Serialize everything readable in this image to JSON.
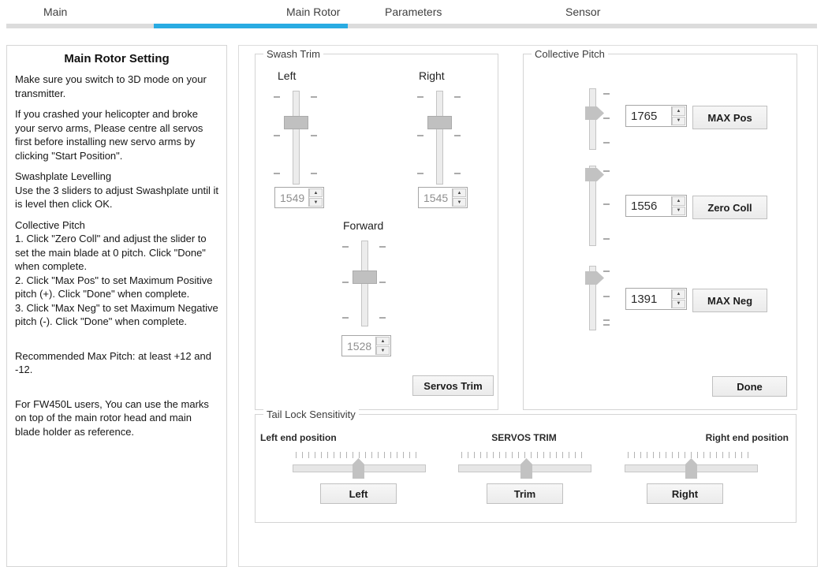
{
  "colors": {
    "accent": "#29abe2",
    "rail": "#dcdcdc"
  },
  "icons": {
    "spin_up_glyph": "▲",
    "spin_down_glyph": "▼"
  },
  "tabs": [
    {
      "label": "Main",
      "active": false
    },
    {
      "label": "Main Rotor",
      "active": true
    },
    {
      "label": "Parameters",
      "active": false
    },
    {
      "label": "Sensor",
      "active": false
    }
  ],
  "left_panel": {
    "title": "Main Rotor Setting",
    "paragraphs": [
      "Make sure you switch to 3D mode on your transmitter.",
      "If you crashed your helicopter and broke your servo arms, Please centre all servos first before installing new servo arms by clicking \"Start Position\".",
      "Swashplate Levelling\nUse the 3 sliders to adjust Swashplate until it is level then click OK.",
      "Collective Pitch\n1. Click \"Zero Coll\" and adjust the slider to set the main blade at 0 pitch. Click \"Done\" when complete.\n2. Click \"Max Pos\" to set Maximum Positive pitch (+). Click \"Done\" when complete.\n3. Click \"Max Neg\" to set Maximum Negative pitch (-). Click \"Done\" when complete.",
      "Recommended Max Pitch: at least +12 and -12.",
      "For FW450L users, You can use the marks on top of the main rotor head and main blade holder as reference."
    ]
  },
  "swash_trim": {
    "legend": "Swash Trim",
    "sliders": [
      {
        "label": "Left",
        "value": "1549"
      },
      {
        "label": "Right",
        "value": "1545"
      },
      {
        "label": "Forward",
        "value": "1528"
      }
    ],
    "servos_trim_button": "Servos Trim"
  },
  "collective_pitch": {
    "legend": "Collective Pitch",
    "rows": [
      {
        "value": "1765",
        "button": "MAX Pos"
      },
      {
        "value": "1556",
        "button": "Zero Coll"
      },
      {
        "value": "1391",
        "button": "MAX Neg"
      }
    ],
    "done_button": "Done"
  },
  "tail_lock": {
    "legend": "Tail Lock Sensitivity",
    "sliders": [
      {
        "label": "Left end position",
        "button": "Left"
      },
      {
        "label": "SERVOS TRIM",
        "button": "Trim"
      },
      {
        "label": "Right end position",
        "button": "Right"
      }
    ]
  }
}
